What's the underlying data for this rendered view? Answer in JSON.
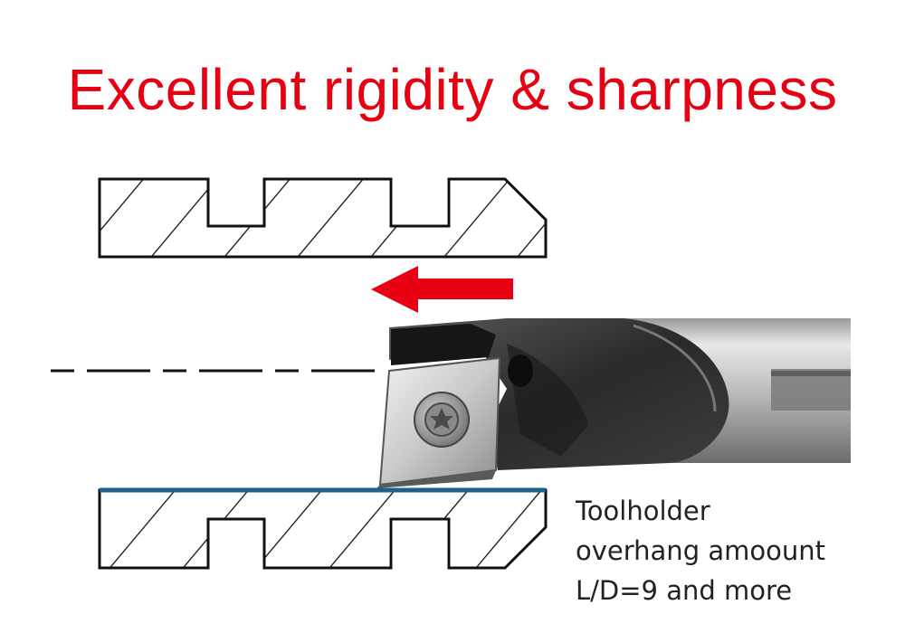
{
  "title": "Excellent rigidity & sharpness",
  "caption": {
    "line1": "Toolholder",
    "line2": "overhang amoount",
    "line3": "L/D=9 and more"
  },
  "colors": {
    "title": "#e60012",
    "arrow": "#e60012",
    "bore_highlight": "#1f5f8b",
    "outline": "#111111"
  },
  "icons": {
    "feed_direction": "left-arrow",
    "tool": "boring-bar-with-insert"
  }
}
